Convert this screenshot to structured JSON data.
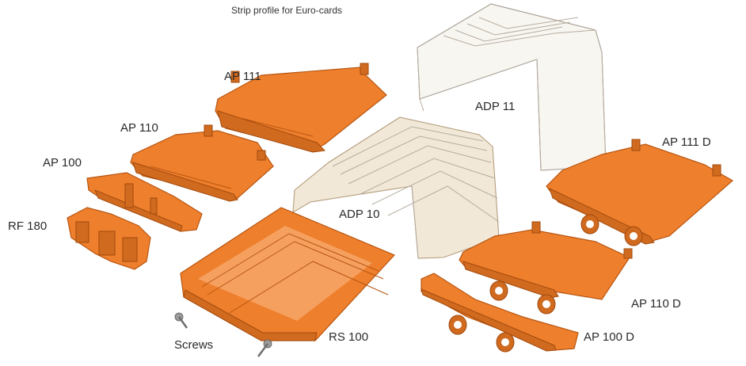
{
  "title": "Strip profile for Euro-cards",
  "parts": {
    "ap111": "AP 111",
    "ap110": "AP 110",
    "ap100": "AP 100",
    "rf180": "RF 180",
    "adp11": "ADP 11",
    "adp10": "ADP 10",
    "ap111d": "AP 111 D",
    "ap110d": "AP 110 D",
    "ap100d": "AP 100 D",
    "rs100": "RS 100",
    "screws": "Screws"
  },
  "colors": {
    "part_orange": "#ee7f2c",
    "profile_clear": "#f3efe6"
  }
}
